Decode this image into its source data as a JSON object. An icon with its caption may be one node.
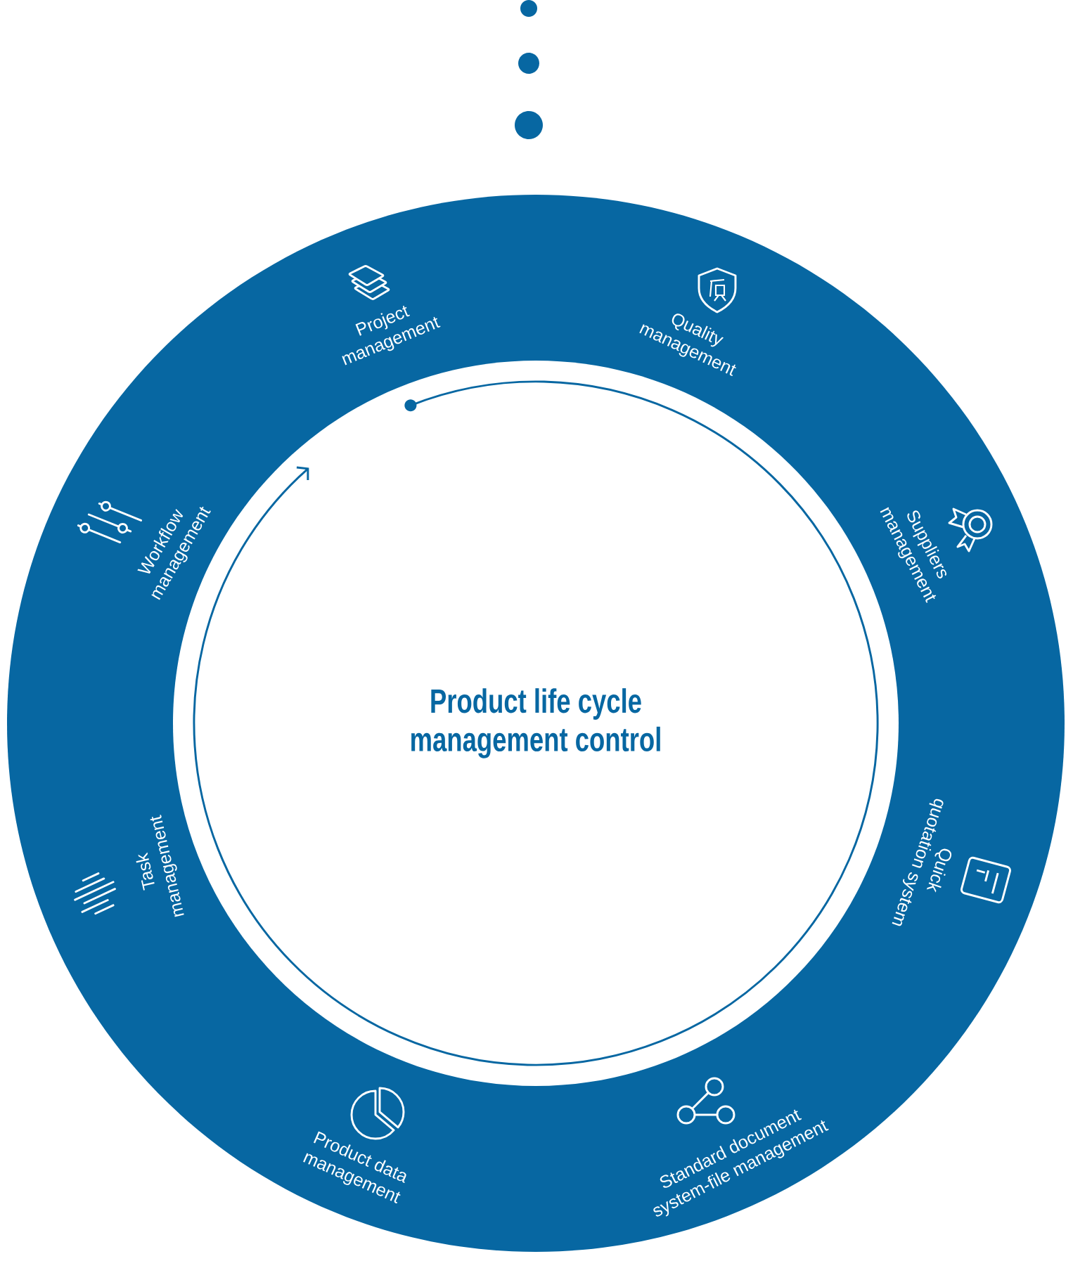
{
  "diagram": {
    "nodes": [
      {
        "text": [],
        "shape": "circle"
      },
      {
        "text": [
          "Project management"
        ],
        "in": 0
      },
      {
        "text": [
          "Quality management"
        ],
        "in": 0
      },
      {
        "text": [
          "Suppliers management"
        ],
        "in": 0
      },
      {
        "text": [
          "Quick quotation system"
        ],
        "in": 0
      },
      {
        "text": [
          "Standard document system-file management"
        ],
        "in": 0
      },
      {
        "text": [
          "Product data management"
        ],
        "in": 0
      },
      {
        "text": [
          "Task management"
        ],
        "in": 0
      },
      {
        "text": [
          "Workflow management"
        ],
        "in": 0
      },
      {
        "text": [
          "Product life cycle management control"
        ],
        "in": 0
      }
    ]
  }
}
